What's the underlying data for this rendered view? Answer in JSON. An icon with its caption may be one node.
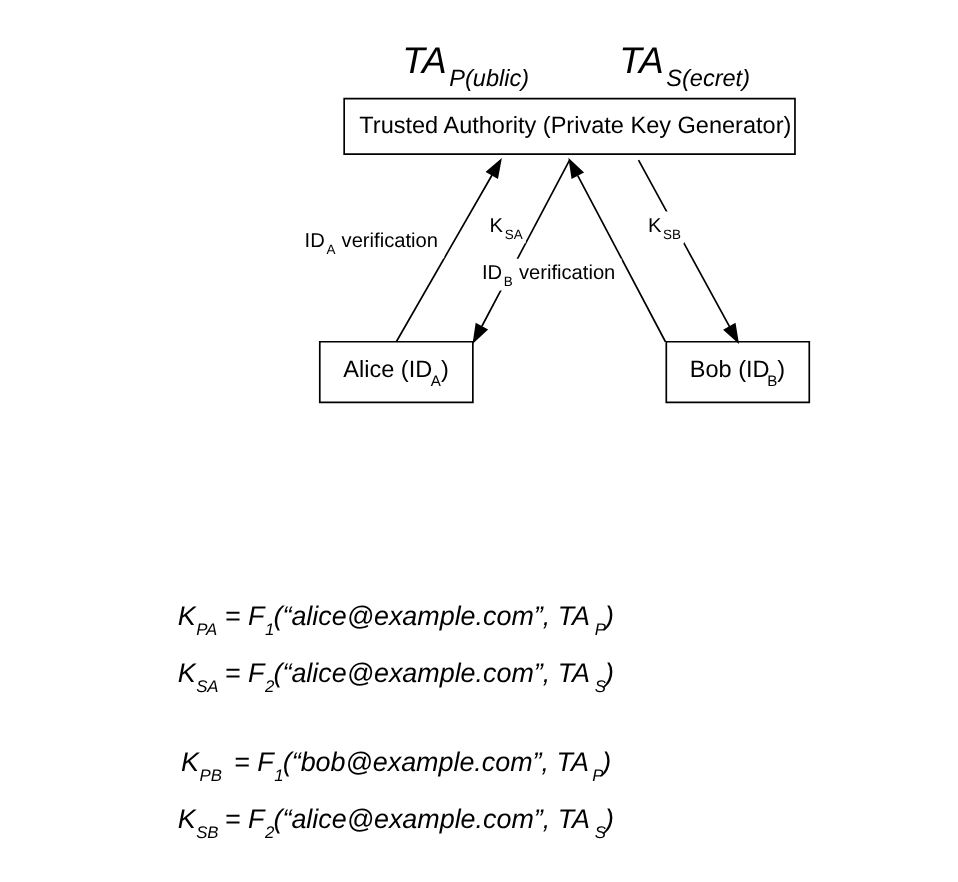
{
  "diagram": {
    "nodes": [
      {
        "text": [
          "Trusted Authority (Private Key Generator)"
        ],
        "beside": [
          "TA$_{P(ublic)}$",
          "TA$_{S(ecret)}$"
        ]
      },
      {
        "text": [
          "Alice (ID$_{A}$)"
        ]
      },
      {
        "text": [
          "Bob (ID$_{B}$)"
        ]
      }
    ],
    "edges": [
      {
        "from": 1,
        "to": 0,
        "arrow": "to",
        "label": "ID$_{A}$ verification"
      },
      {
        "from": 0,
        "to": 1,
        "arrow": "to",
        "label": "K$_{SA}$"
      },
      {
        "from": 2,
        "to": 0,
        "arrow": "to",
        "label": "ID$_{B}$ verification"
      },
      {
        "from": 0,
        "to": 2,
        "arrow": "to",
        "label": "K$_{SB}$"
      }
    ],
    "labels": [
      "K$_{PA}$ = F$_{1}$(“alice@example.com”, TA$_{P}$)",
      "K$_{SA}$ = F$_{2}$(“alice@example.com”, TA$_{S}$)",
      "K$_{PB}$ = F$_{1}$(“bob@example.com”, TA$_{P}$)",
      "K$_{SB}$ = F$_{2}$(“alice@example.com”, TA$_{S}$)"
    ]
  }
}
